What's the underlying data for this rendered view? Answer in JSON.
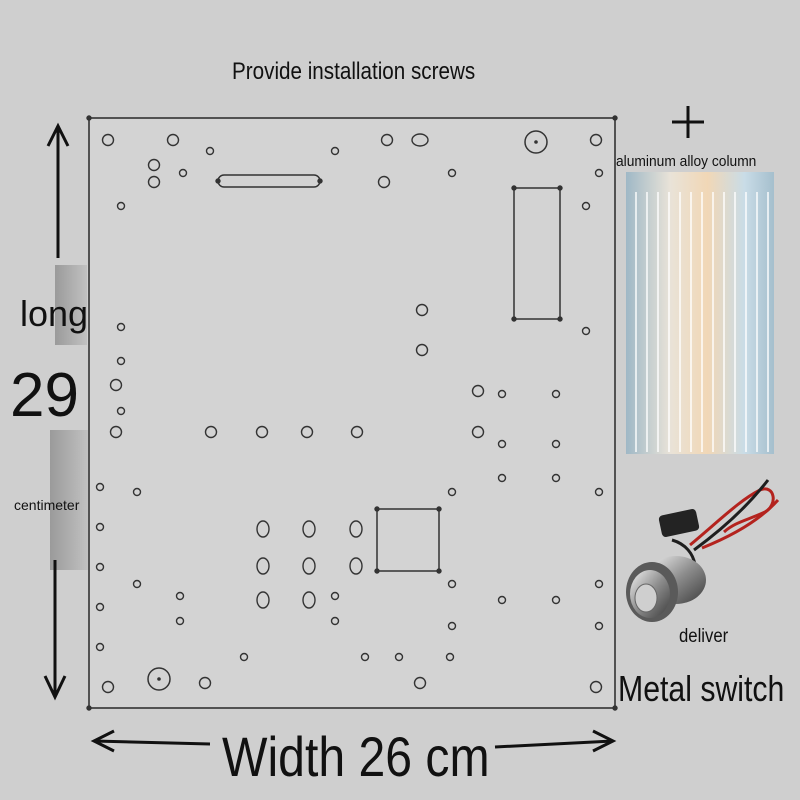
{
  "labels": {
    "title": "Provide installation screws",
    "long": "long",
    "length_value": "29",
    "centimeter": "centimeter",
    "column": "aluminum alloy column",
    "deliver": "deliver",
    "metal_switch": "Metal switch",
    "width": "Width 26 cm"
  },
  "colors": {
    "background": "#cfcfcf",
    "plate": "#d3d3d3",
    "outline": "#333333",
    "wire_red": "#b4231e",
    "wire_black": "#1e1e1e"
  },
  "icons": {
    "plus": "plus-icon",
    "column": "aluminum-column-image",
    "switch": "metal-switch-image"
  }
}
